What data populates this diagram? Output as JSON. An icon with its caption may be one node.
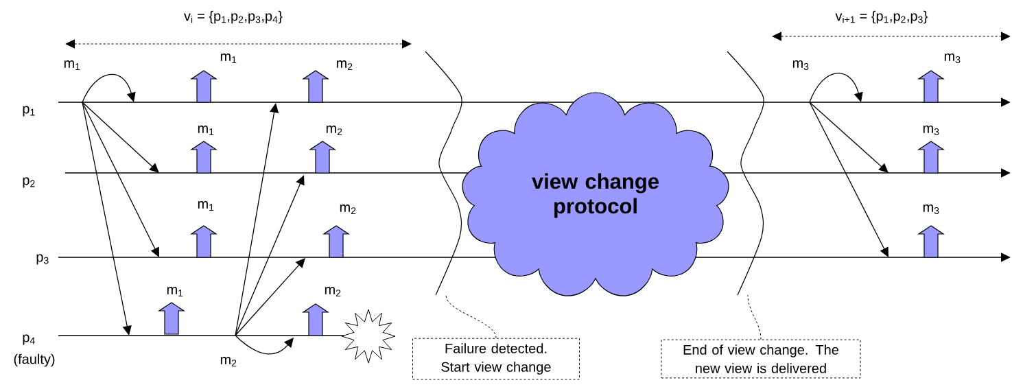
{
  "diagram": {
    "nodes": [
      {
        "text": [
          "view change protocol"
        ]
      },
      {
        "text": [
          "Failure detected. Start view change"
        ]
      },
      {
        "text": [
          "End of view change. The new view is delivered"
        ]
      },
      {
        "text": [],
        "shape": "curve"
      },
      {
        "text": [],
        "shape": "curve"
      }
    ],
    "edges": [
      {
        "from": 1,
        "to": 3,
        "arrow": "none",
        "style": "dashed"
      },
      {
        "from": 2,
        "to": 4,
        "arrow": "none",
        "style": "dashed"
      }
    ],
    "labels": [
      "v$_{i}$ = {p$_{1}$,p$_{2}$,p$_{3}$,p$_{4}$}",
      "v$_{i+1}$ = {p$_{1}$,p$_{2}$,p$_{3}$}",
      "m$_{1}$",
      "m$_{2}$",
      "m$_{3}$",
      "m$_{1}$",
      "m$_{3}$",
      "p$_{1}$",
      "m$_{1}$",
      "m$_{2}$",
      "m$_{3}$",
      "p$_{2}$",
      "m$_{1}$",
      "m$_{2}$",
      "m$_{3}$",
      "p$_{3}$",
      "m$_{1}$",
      "m$_{2}$",
      "p$_{4}$",
      "(faulty)",
      "m$_{2}$"
    ]
  }
}
